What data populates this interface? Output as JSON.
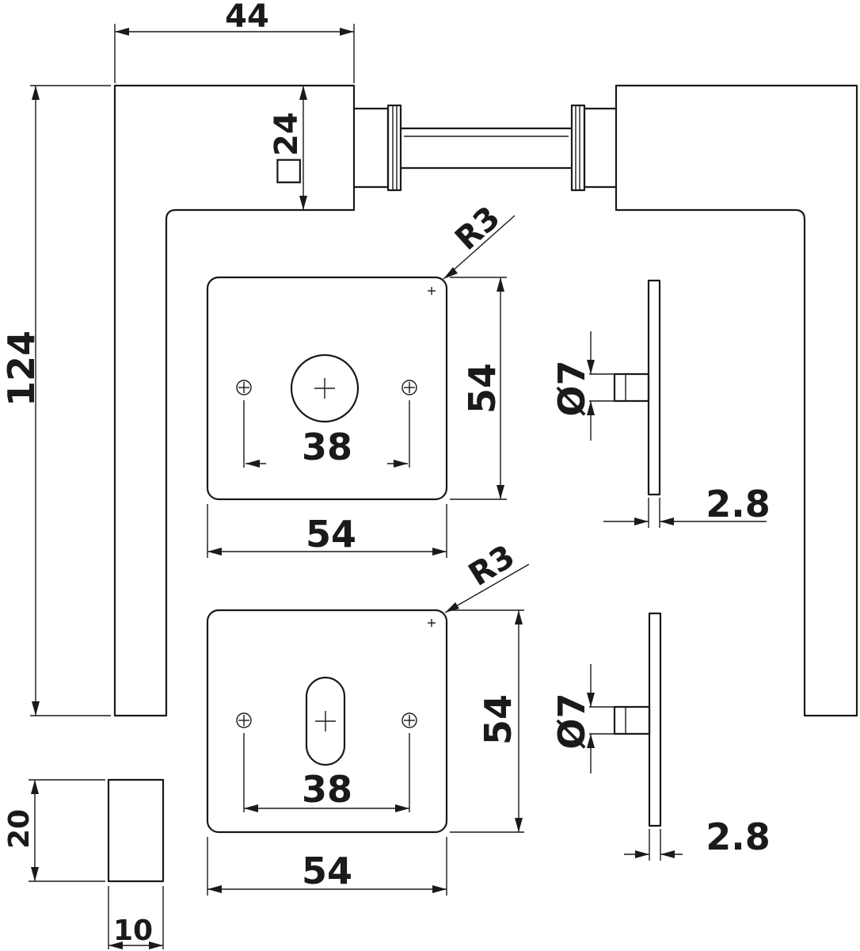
{
  "dimensions": {
    "lever_width": "44",
    "square_spindle": "□24",
    "lever_height": "124",
    "rose_radius_top": "R3",
    "rose_radius_bottom": "R3",
    "rose_height_top": "54",
    "rose_width_top": "54",
    "screw_spacing_top": "38",
    "pin_diameter_top": "Ø7",
    "plate_thickness_top": "2.8",
    "rose_height_bottom": "54",
    "rose_width_bottom": "54",
    "screw_spacing_bottom": "38",
    "pin_diameter_bottom": "Ø7",
    "plate_thickness_bottom": "2.8",
    "stop_height": "20",
    "stop_width": "10"
  }
}
